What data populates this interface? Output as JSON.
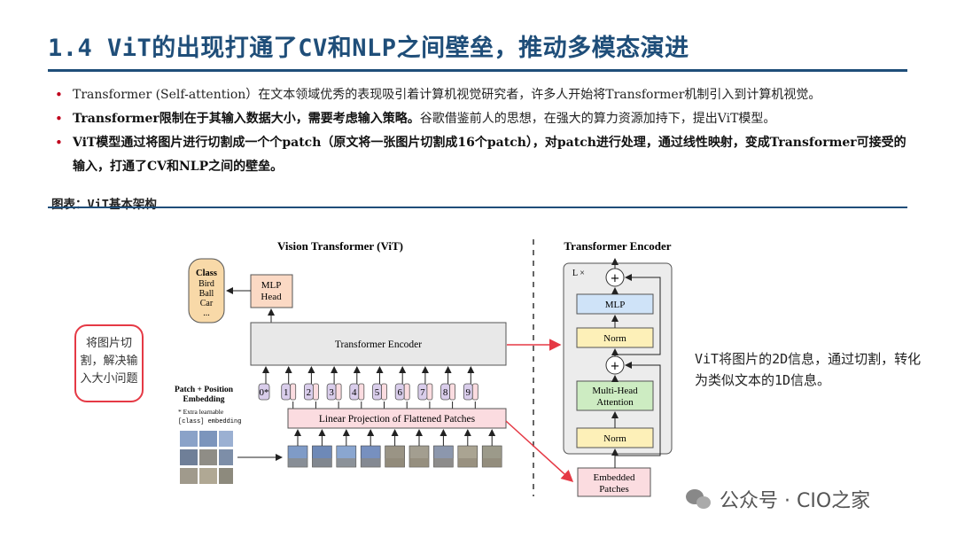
{
  "title": "1.4 ViT的出现打通了CV和NLP之间壁垒，推动多模态演进",
  "bullets": [
    {
      "text": "Transformer (Self-attention）在文本领域优秀的表现吸引着计算机视觉研究者，许多人开始将Transformer机制引入到计算机视觉。"
    },
    {
      "bold": "Transformer限制在于其输入数据大小，需要考虑输入策略。",
      "text": "谷歌借鉴前人的思想，在强大的算力资源加持下，提出ViT模型。"
    },
    {
      "bold": "ViT模型通过将图片进行切割成一个个patch（原文将一张图片切割成16个patch），对patch进行处理，通过线性映射，变成Transformer可接受的输入，打通了CV和NLP之间的壁垒。"
    }
  ],
  "caption": "图表：ViT基本架构",
  "note_box": "将图片切割，解决输入大小问题",
  "side_text": "ViT将图片的2D信息，通过切割，转化为类似文本的1D信息。",
  "figure": {
    "vit_title": "Vision Transformer (ViT)",
    "encoder_title": "Transformer Encoder",
    "class_label": "Class",
    "class_items": [
      "Bird",
      "Ball",
      "Car",
      "..."
    ],
    "mlp_head": [
      "MLP",
      "Head"
    ],
    "transformer_encoder": "Transformer Encoder",
    "patch_embedding_label": [
      "Patch + Position",
      "Embedding"
    ],
    "extra_learnable": [
      "* Extra learnable",
      "[class] embedding"
    ],
    "linear_projection": "Linear Projection of Flattened Patches",
    "tokens": [
      "0*",
      "1",
      "2",
      "3",
      "4",
      "5",
      "6",
      "7",
      "8",
      "9"
    ],
    "lx": "L ×",
    "mlp": "MLP",
    "norm": "Norm",
    "multihead": [
      "Multi-Head",
      "Attention"
    ],
    "embedded_patches": [
      "Embedded",
      "Patches"
    ],
    "plus": "+"
  },
  "watermark": "公众号 · CIO之家",
  "colors": {
    "title": "#1f4e79",
    "bullet_dot": "#c0001c",
    "red_arrow": "#e53945",
    "class_box": "#f8d9a8",
    "mlp_head_box": "#fbd9c4",
    "linear_proj_box": "#fbdce0",
    "encoder_box": "#e8e8e8",
    "token_box": "#d9cdeb",
    "mlp_box": "#cfe3f8",
    "norm_box": "#fdf0b8",
    "attn_box": "#cdecc2"
  }
}
